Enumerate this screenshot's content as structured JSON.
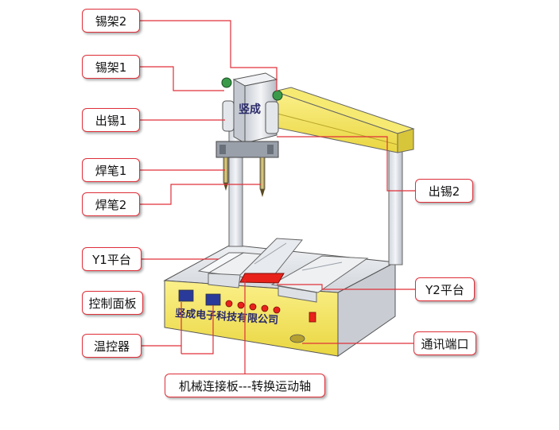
{
  "labels": {
    "tin_rack_2": "锡架2",
    "tin_rack_1": "锡架1",
    "tin_out_1": "出锡1",
    "soldering_pen_1": "焊笔1",
    "soldering_pen_2": "焊笔2",
    "tin_out_2": "出锡2",
    "y1_platform": "Y1平台",
    "y2_platform": "Y2平台",
    "control_panel": "控制面板",
    "temp_controller": "温控器",
    "comm_port": "通讯端口",
    "mech_link": "机械连接板---转换运动轴"
  },
  "machine": {
    "head_logo": "竖成",
    "company_name": "竖成电子科技有限公司"
  },
  "colors": {
    "callout_border": "#e0303a",
    "leader_line": "#e0303a",
    "frame_yellow": "#f2e35a",
    "frame_yellow_dark": "#c9b52a",
    "metal": "#d9dde3",
    "red_indicator": "#e8221a"
  }
}
